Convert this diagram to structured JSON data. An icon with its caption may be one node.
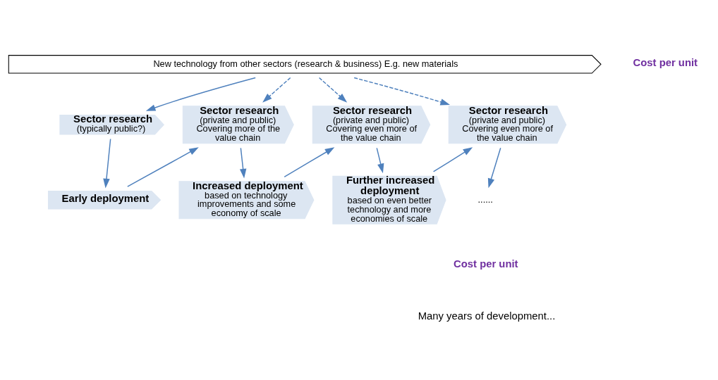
{
  "diagram": {
    "nodes": [
      {
        "text": [
          "New technology from other sectors (research & business) E.g. new materials"
        ]
      },
      {
        "text": [
          "Sector research",
          "(typically public?)"
        ]
      },
      {
        "text": [
          "Early deployment"
        ]
      },
      {
        "text": [
          "Sector research",
          "(private and public) Covering more of the value chain"
        ]
      },
      {
        "text": [
          "Increased deployment",
          "based on technology improvements and some economy of scale"
        ]
      },
      {
        "text": [
          "Sector research",
          "(private and public) Covering even more of the value chain"
        ]
      },
      {
        "text": [
          "Further increased deployment",
          "based on even better technology and more economies of scale"
        ]
      },
      {
        "text": [
          "Sector research",
          "(private and public) Covering even more of the value chain"
        ]
      },
      {
        "text": [
          "......"
        ]
      }
    ],
    "edges": [
      {
        "from": 0,
        "to": 1,
        "arrow": "to"
      },
      {
        "from": 0,
        "to": 3,
        "arrow": "to",
        "style": "dashed"
      },
      {
        "from": 0,
        "to": 5,
        "arrow": "to",
        "style": "dashed"
      },
      {
        "from": 0,
        "to": 7,
        "arrow": "to",
        "style": "dashed"
      },
      {
        "from": 1,
        "to": 2,
        "arrow": "to"
      },
      {
        "from": 2,
        "to": 3,
        "arrow": "to"
      },
      {
        "from": 3,
        "to": 4,
        "arrow": "to"
      },
      {
        "from": 4,
        "to": 5,
        "arrow": "to"
      },
      {
        "from": 5,
        "to": 6,
        "arrow": "to"
      },
      {
        "from": 6,
        "to": 7,
        "arrow": "to"
      },
      {
        "from": 7,
        "to": 8,
        "arrow": "to"
      }
    ],
    "labels": [
      "Cost per unit",
      "Cost per unit",
      "Many years of development..."
    ]
  }
}
